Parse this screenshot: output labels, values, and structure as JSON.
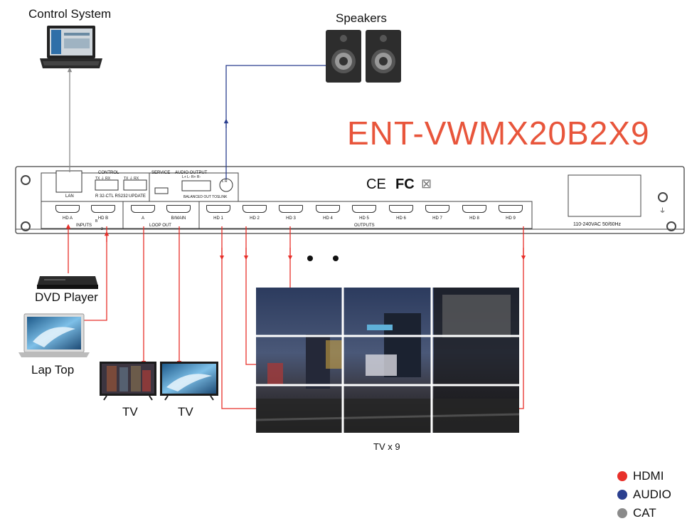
{
  "title": "ENT-VWMX20B2X9",
  "devices": {
    "control_system": "Control System",
    "speakers": "Speakers",
    "dvd_player": "DVD Player",
    "laptop": "Lap Top",
    "tv_left": "TV",
    "tv_right": "TV",
    "video_wall": "TV x 9"
  },
  "panel": {
    "control": "CONTROL",
    "lan": "LAN",
    "rs232": "R 32-CTL RS232",
    "update": "UPDATE",
    "service": "SERVICE",
    "audio_output": "AUDIO OUTPUT",
    "balanced": "BALANCED OUT TOSLINK",
    "lr": "L R",
    "txrx1": "TX ⏚ RX",
    "txrx2": "TX ⏚ RX",
    "lr_pins": "L+ L- R+ R-",
    "inputs": "INPUTS",
    "loop_out": "LOOP OUT",
    "outputs": "OUTPUTS",
    "power": "110-240VAC 50/60Hz",
    "input_ports": [
      "HD A",
      "HD B"
    ],
    "loop_ports": [
      "A",
      "B/MAIN"
    ],
    "output_ports": [
      "HD 1",
      "HD 2",
      "HD 3",
      "HD 4",
      "HD 5",
      "HD 6",
      "HD 7",
      "HD 8",
      "HD 9"
    ],
    "marks": {
      "b": "B",
      "two": "2"
    },
    "cert": {
      "ce": "CE",
      "fc": "FC",
      "weee": "⊠"
    }
  },
  "legend": [
    {
      "label": "HDMI",
      "color": "#e8302a"
    },
    {
      "label": "AUDIO",
      "color": "#2b3f8f"
    },
    {
      "label": "CAT",
      "color": "#8a8a8a"
    }
  ],
  "colors": {
    "hdmi": "#e8302a",
    "audio": "#2b3f8f",
    "cat": "#8a8a8a"
  }
}
